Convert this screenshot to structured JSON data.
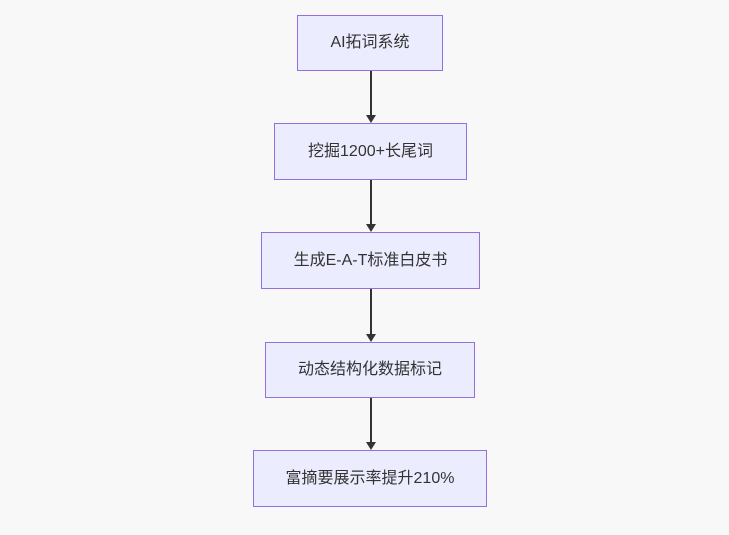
{
  "page": {
    "background_color": "#f8f8f8"
  },
  "diagram": {
    "type": "flowchart",
    "direction": "top-down",
    "node_fill_color": "#ECECFF",
    "node_border_color": "#9370DB",
    "text_color": "#333333",
    "edge_color": "#333333",
    "nodes": [
      {
        "id": "A",
        "label": "AI拓词系统"
      },
      {
        "id": "B",
        "label": "挖掘1200+长尾词"
      },
      {
        "id": "C",
        "label": "生成E-A-T标准白皮书"
      },
      {
        "id": "D",
        "label": "动态结构化数据标记"
      },
      {
        "id": "E",
        "label": "富摘要展示率提升210%"
      }
    ],
    "edges": [
      {
        "from": "A",
        "to": "B"
      },
      {
        "from": "B",
        "to": "C"
      },
      {
        "from": "C",
        "to": "D"
      },
      {
        "from": "D",
        "to": "E"
      }
    ]
  }
}
